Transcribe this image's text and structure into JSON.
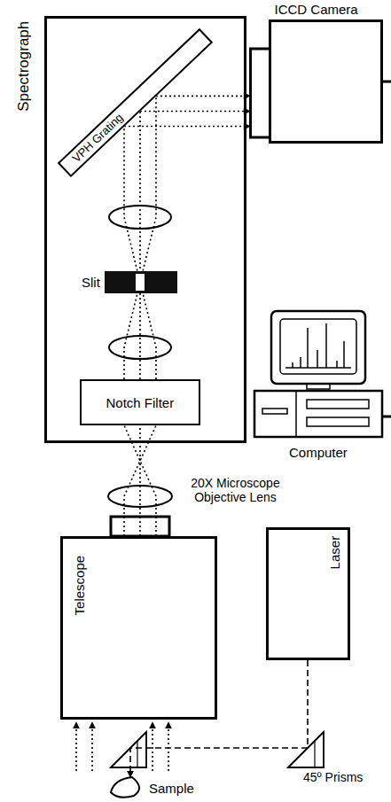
{
  "diagram": {
    "nodes": [
      {
        "text": [
          "Spectrograph"
        ]
      },
      {
        "text": [
          "VPH Grating"
        ],
        "in": 0
      },
      {
        "text": [
          "Notch Filter"
        ],
        "in": 0
      },
      {
        "text": [
          "ICCD Camera"
        ]
      },
      {
        "text": [
          "Computer"
        ]
      },
      {
        "text": [
          "Telescope"
        ]
      },
      {
        "text": [
          "Laser"
        ]
      }
    ],
    "edges": [
      {
        "from": 1,
        "to": 3,
        "arrow": "to"
      },
      {
        "from": 5,
        "to": 2,
        "arrow": "none"
      }
    ],
    "labels": [
      "Slit",
      "20X Microscope Objective Lens",
      "45º Prisms",
      "Sample"
    ]
  }
}
